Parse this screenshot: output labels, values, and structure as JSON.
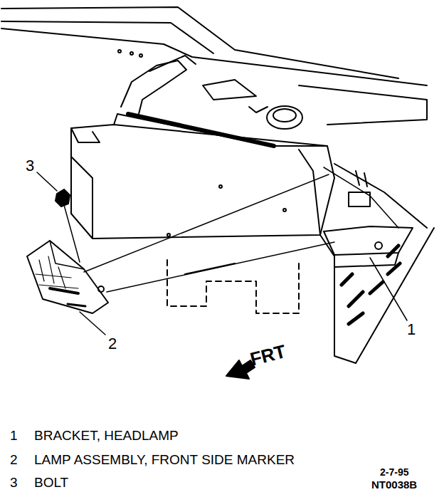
{
  "diagram": {
    "labels": [
      "3",
      "2",
      "1",
      "FRT",
      "1",
      "BRACKET, HEADLAMP",
      "2",
      "LAMP ASSEMBLY, FRONT SIDE MARKER",
      "3",
      "BOLT",
      "2-7-95",
      "NT0038B"
    ]
  }
}
